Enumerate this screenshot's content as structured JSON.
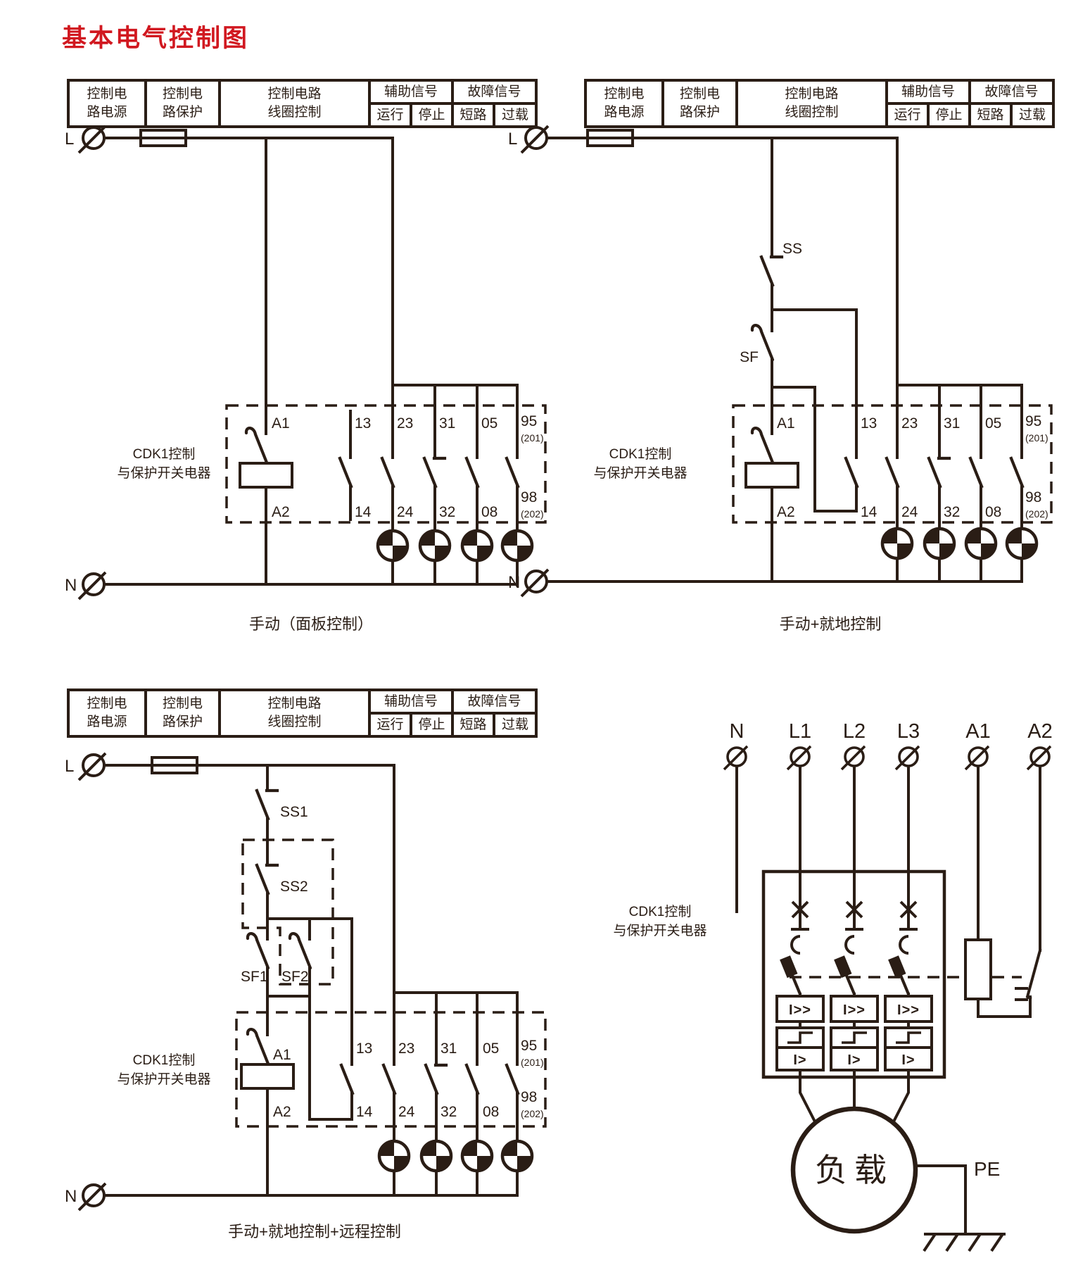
{
  "title": "基本电气控制图",
  "colors": {
    "ink": "#2a1d15",
    "accent_red": "#d11820"
  },
  "signal_table": {
    "power_l1": "控制电",
    "power_l2": "路电源",
    "protect_l1": "控制电",
    "protect_l2": "路保护",
    "coil_l1": "控制电路",
    "coil_l2": "线圈控制",
    "aux": "辅助信号",
    "fault": "故障信号",
    "run": "运行",
    "stop": "停止",
    "short_circuit": "短路",
    "overload": "过载"
  },
  "terminals": {
    "L": "L",
    "N": "N"
  },
  "contacts": {
    "a1": "A1",
    "a2": "A2",
    "n13": "13",
    "n14": "14",
    "n23": "23",
    "n24": "24",
    "n31": "31",
    "n32": "32",
    "n05": "05",
    "n08": "08",
    "n95": "95",
    "n98": "98",
    "p201": "(201)",
    "p202": "(202)"
  },
  "switches": {
    "ss": "SS",
    "sf": "SF",
    "ss1": "SS1",
    "ss2": "SS2",
    "sf1": "SF1",
    "sf2": "SF2"
  },
  "device_label": {
    "line1": "CDK1控制",
    "line2": "与保护开关电器"
  },
  "captions": {
    "manual_panel": "手动（面板控制）",
    "manual_local": "手动+就地控制",
    "manual_local_remote": "手动+就地控制+远程控制"
  },
  "main_circuit": {
    "terminals": [
      "N",
      "L1",
      "L2",
      "L3",
      "A1",
      "A2"
    ],
    "load": "负载",
    "pe": "PE",
    "inst_trip": "I>>",
    "over_trip": "I>"
  }
}
